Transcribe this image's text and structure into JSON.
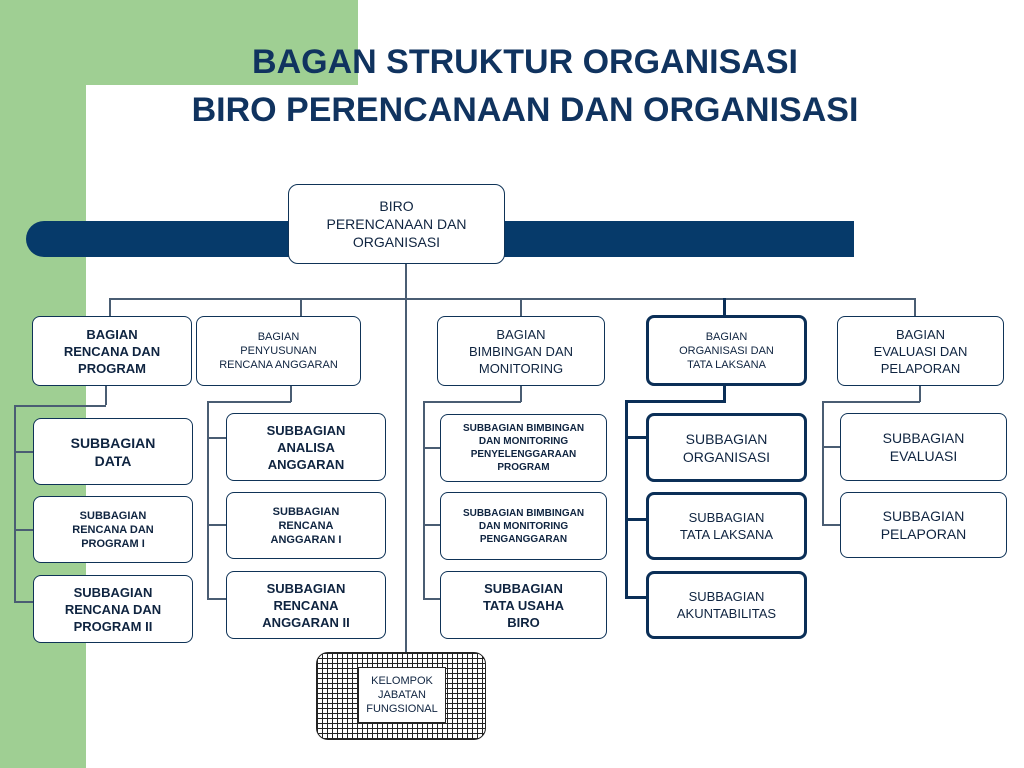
{
  "title": {
    "highlight": "BAGAN",
    "rest": " STRUKTUR ORGANISASI",
    "line2": "BIRO PERENCANAAN DAN ORGANISASI"
  },
  "colors": {
    "green": "#9fcf93",
    "navy": "#063a6a",
    "title": "#10335f"
  },
  "biro": "BIRO\nPERENCANAAN DAN\nORGANISASI",
  "bagian": [
    {
      "label": "BAGIAN\nRENCANA DAN\nPROGRAM",
      "subs": [
        "SUBBAGIAN\nDATA",
        "SUBBAGIAN\nRENCANA  DAN\nPROGRAM  I",
        "SUBBAGIAN\nRENCANA  DAN\nPROGRAM  II"
      ]
    },
    {
      "label": "BAGIAN\nPENYUSUNAN\nRENCANA ANGGARAN",
      "subs": [
        "SUBBAGIAN\nANALISA\nANGGARAN",
        "SUBBAGIAN\nRENCANA\nANGGARAN  I",
        "SUBBAGIAN\nRENCANA\nANGGARAN  II"
      ]
    },
    {
      "label": "BAGIAN\nBIMBINGAN DAN\nMONITORING",
      "subs": [
        "SUBBAGIAN BIMBINGAN\nDAN MONITORING\nPENYELENGGARAAN\nPROGRAM",
        "SUBBAGIAN BIMBINGAN\nDAN MONITORING\nPENGANGGARAN",
        "SUBBAGIAN\nTATA USAHA\nBIRO"
      ]
    },
    {
      "label": "BAGIAN\nORGANISASI DAN\nTATA LAKSANA",
      "subs": [
        "SUBBAGIAN\nORGANISASI",
        "SUBBAGIAN\nTATA LAKSANA",
        "SUBBAGIAN\nAKUNTABILITAS"
      ]
    },
    {
      "label": "BAGIAN\nEVALUASI DAN\nPELAPORAN",
      "subs": [
        "SUBBAGIAN\nEVALUASI",
        "SUBBAGIAN\nPELAPORAN"
      ]
    }
  ],
  "kelompok": "KELOMPOK\nJABATAN\nFUNGSIONAL"
}
